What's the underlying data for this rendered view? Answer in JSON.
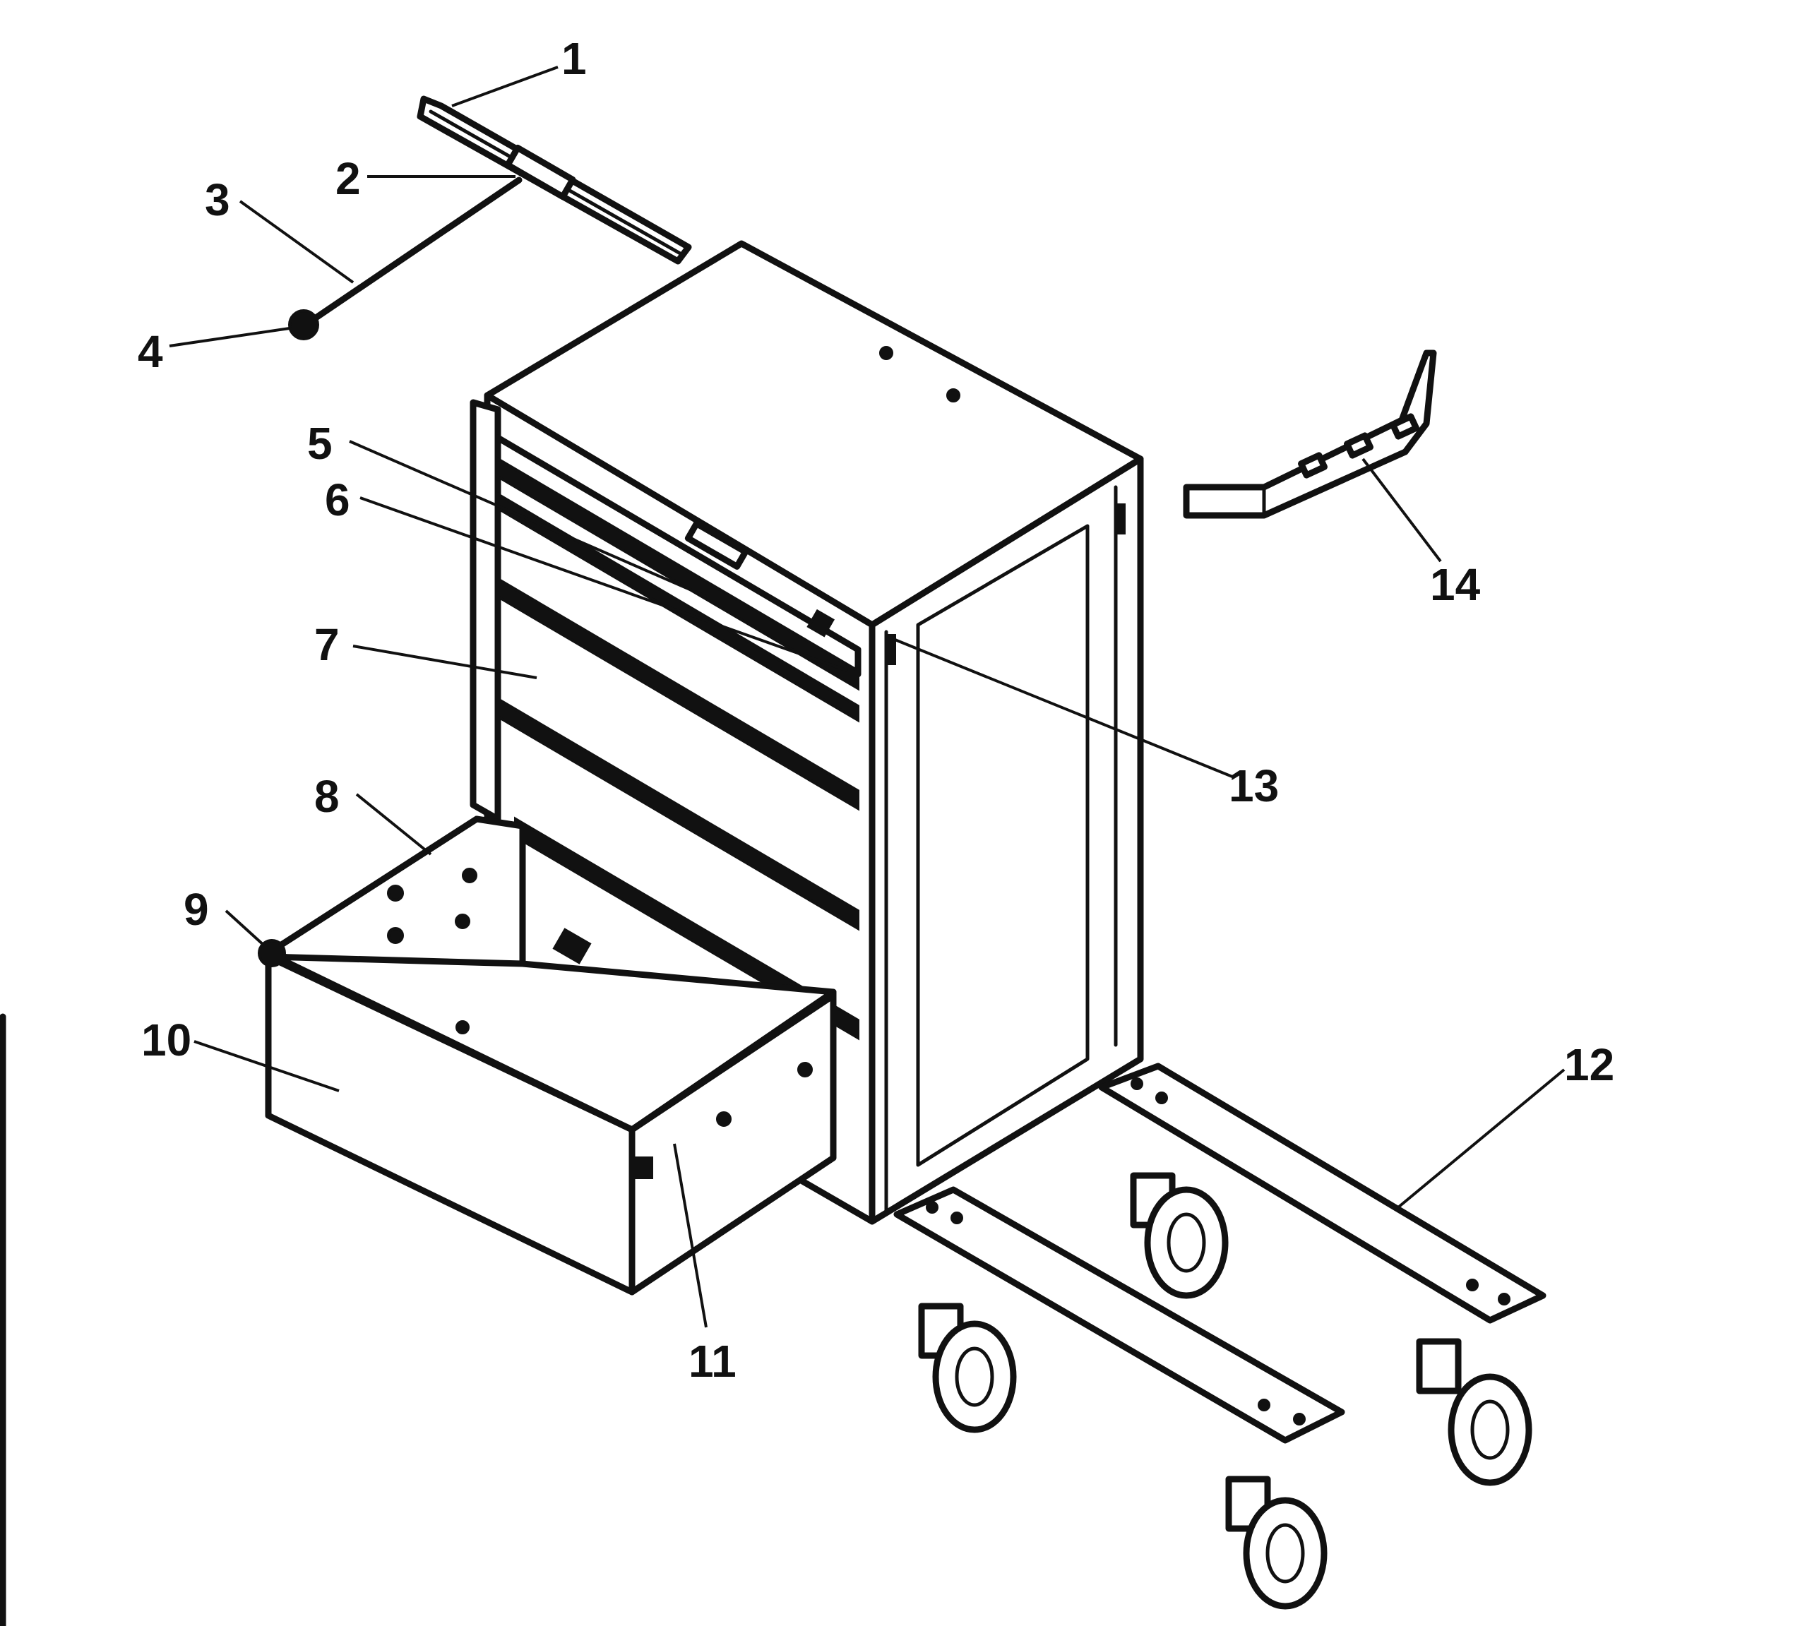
{
  "diagram": {
    "callouts": [
      {
        "id": "1",
        "label": "1"
      },
      {
        "id": "2",
        "label": "2"
      },
      {
        "id": "3",
        "label": "3"
      },
      {
        "id": "4",
        "label": "4"
      },
      {
        "id": "5",
        "label": "5"
      },
      {
        "id": "6",
        "label": "6"
      },
      {
        "id": "7",
        "label": "7"
      },
      {
        "id": "8",
        "label": "8"
      },
      {
        "id": "9",
        "label": "9"
      },
      {
        "id": "10",
        "label": "10"
      },
      {
        "id": "11",
        "label": "11"
      },
      {
        "id": "12",
        "label": "12"
      },
      {
        "id": "13",
        "label": "13"
      },
      {
        "id": "14",
        "label": "14"
      }
    ],
    "colors": {
      "ink": "#111111",
      "paper": "#ffffff"
    }
  }
}
